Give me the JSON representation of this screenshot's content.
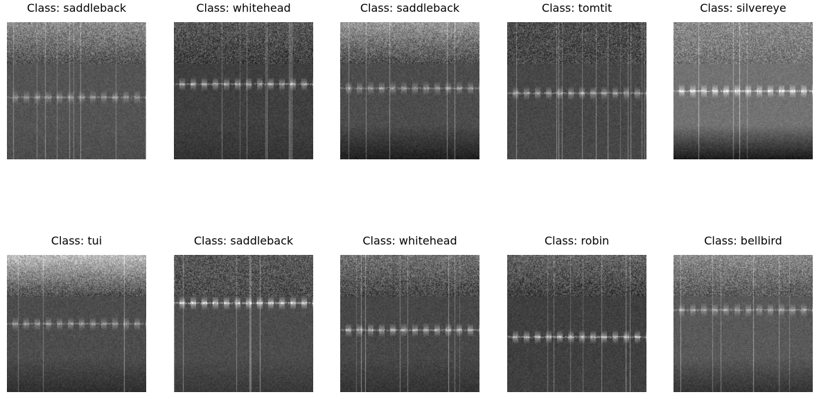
{
  "panels": [
    {
      "title": "Class: saddleback"
    },
    {
      "title": "Class: whitehead"
    },
    {
      "title": "Class: saddleback"
    },
    {
      "title": "Class: tomtit"
    },
    {
      "title": "Class: silvereye"
    },
    {
      "title": "Class: tui"
    },
    {
      "title": "Class: saddleback"
    },
    {
      "title": "Class: whitehead"
    },
    {
      "title": "Class: robin"
    },
    {
      "title": "Class: bellbird"
    }
  ]
}
